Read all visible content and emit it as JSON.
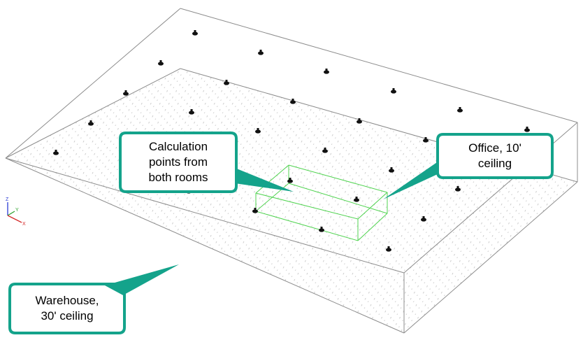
{
  "callouts": {
    "calc_points": "Calculation\npoints from\nboth rooms",
    "office": "Office, 10'\nceiling",
    "warehouse": "Warehouse,\n30' ceiling"
  },
  "axes": {
    "z": "Z",
    "y": "Y",
    "x": "X"
  },
  "colors": {
    "callout_border": "#14a38b",
    "box_edges": "#8c8c8c",
    "office_box": "#4fd34f",
    "luminaire": "#111111",
    "grid_points": "#bdbdbd",
    "axis_x": "#d42a2a",
    "axis_y": "#2aa02a",
    "axis_z": "#2a3ad4"
  }
}
